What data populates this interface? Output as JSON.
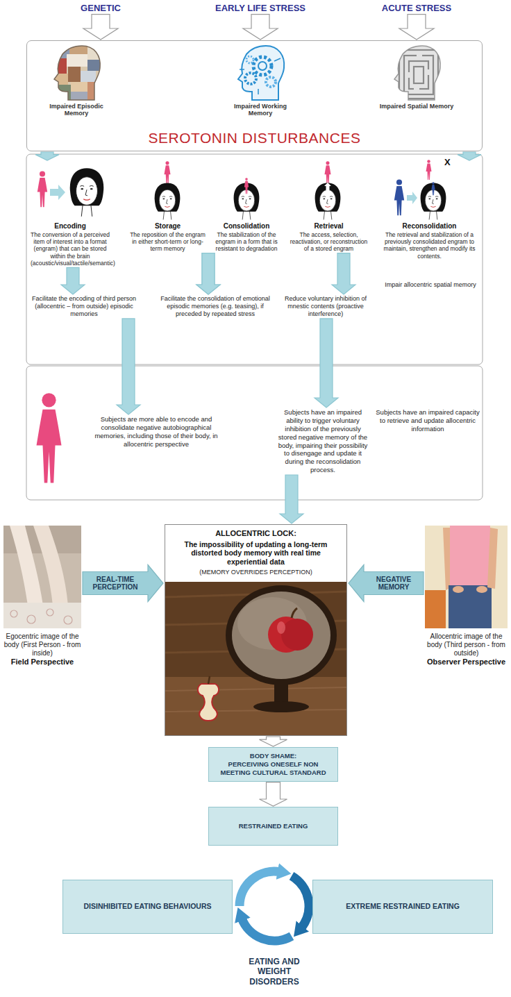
{
  "diagram": {
    "nodes": [
      {
        "text": [
          "GENETIC"
        ]
      },
      {
        "text": [
          "EARLY LIFE STRESS"
        ]
      },
      {
        "text": [
          "ACUTE STRESS"
        ]
      },
      {
        "text": [
          "SEROTONIN DISTURBANCES"
        ]
      },
      {
        "text": [
          "Impaired Episodic Memory"
        ],
        "in": 3
      },
      {
        "text": [
          "Impaired Working Memory"
        ],
        "in": 3
      },
      {
        "text": [
          "Impaired Spatial Memory"
        ],
        "in": 3
      },
      {
        "text": [
          "Encoding",
          "The conversion of a perceived item of interest into a format (engram) that can be stored within the brain (acoustic/visual/tactile/semantic)"
        ]
      },
      {
        "text": [
          "Storage",
          "The reposition of the engram in either short-term or long-term memory"
        ]
      },
      {
        "text": [
          "Consolidation",
          "The stabilization of the engram in a form that is resistant to degradation"
        ]
      },
      {
        "text": [
          "Retrieval",
          "The access, selection, reactivation, or reconstruction of a stored engram"
        ]
      },
      {
        "text": [
          "Reconsolidation",
          "The retrieval and stabilization of a previously consolidated engram to maintain, strengthen and modify its contents."
        ]
      },
      {
        "text": [
          "Facilitate the encoding of third person (allocentric – from outside) episodic memories"
        ]
      },
      {
        "text": [
          "Facilitate the consolidation of emotional episodic memories (e.g. teasing), if preceded by repeated stress"
        ]
      },
      {
        "text": [
          "Reduce voluntary inhibition of mnestic contents (proactive interference)"
        ]
      },
      {
        "text": [
          "Impair allocentric spatial memory"
        ]
      },
      {
        "text": [
          "Subjects are more able to encode and consolidate negative autobiographical memories, including those of their body, in allocentric perspective"
        ]
      },
      {
        "text": [
          "Subjects have an impaired ability to trigger voluntary inhibition of the previously stored negative memory of the body, impairing their possibility to disengage and update it during the reconsolidation process."
        ]
      },
      {
        "text": [
          "Subjects have an impaired capacity to retrieve and update allocentric information"
        ]
      },
      {
        "text": [
          "Egocentric image of the body (First Person - from inside)",
          "Field Perspective"
        ]
      },
      {
        "text": [
          "ALLOCENTRIC LOCK:",
          "The impossibility of updating a long-term distorted body memory with real time experiential data",
          "(MEMORY OVERRIDES PERCEPTION)"
        ]
      },
      {
        "text": [
          "Allocentric image of the body (Third person - from outside)",
          "Observer Perspective"
        ]
      },
      {
        "text": [
          "BODY SHAME:",
          "PERCEIVING ONESELF NON MEETING CULTURAL STANDARD"
        ]
      },
      {
        "text": [
          "RESTRAINED EATING"
        ]
      },
      {
        "text": [
          "DISINHIBITED EATING BEHAVIOURS"
        ]
      },
      {
        "text": [
          "EXTREME RESTRAINED EATING"
        ]
      }
    ],
    "edges": [
      {
        "from": 0,
        "to": 3,
        "arrow": "to"
      },
      {
        "from": 1,
        "to": 3,
        "arrow": "to"
      },
      {
        "from": 2,
        "to": 3,
        "arrow": "to"
      },
      {
        "from": 3,
        "to": 7,
        "arrow": "to"
      },
      {
        "from": 3,
        "to": 11,
        "arrow": "to"
      },
      {
        "from": 7,
        "to": 12,
        "arrow": "to"
      },
      {
        "from": 8,
        "to": 13,
        "arrow": "to"
      },
      {
        "from": 9,
        "to": 13,
        "arrow": "to"
      },
      {
        "from": 10,
        "to": 14,
        "arrow": "to"
      },
      {
        "from": 12,
        "to": 16,
        "arrow": "to"
      },
      {
        "from": 14,
        "to": 17,
        "arrow": "to"
      },
      {
        "from": 17,
        "to": 20,
        "arrow": "to"
      },
      {
        "from": 19,
        "to": 20,
        "label": "REAL-TIME PERCEPTION",
        "arrow": "to"
      },
      {
        "from": 21,
        "to": 20,
        "label": "NEGATIVE MEMORY",
        "arrow": "to"
      },
      {
        "from": 20,
        "to": 22,
        "arrow": "to"
      },
      {
        "from": 22,
        "to": 23,
        "arrow": "to"
      }
    ],
    "labels": [
      "X",
      "EATING AND WEIGHT DISORDERS"
    ]
  }
}
